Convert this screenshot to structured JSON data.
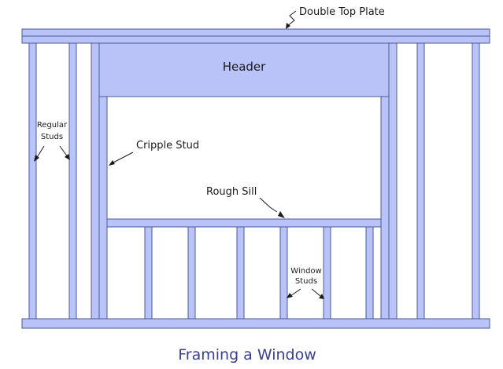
{
  "colors": {
    "lumber_fill": "#b9c3f7",
    "lumber_outline": "#4a5a9a",
    "caption": "#3a3f8f",
    "text": "#1a1a1a"
  },
  "labels": {
    "double_top_plate": "Double Top Plate",
    "header": "Header",
    "regular_studs_line1": "Regular",
    "regular_studs_line2": "Studs",
    "cripple_stud": "Cripple Stud",
    "rough_sill": "Rough Sill",
    "window_studs_line1": "Window",
    "window_studs_line2": "Studs"
  },
  "caption": "Framing a Window"
}
